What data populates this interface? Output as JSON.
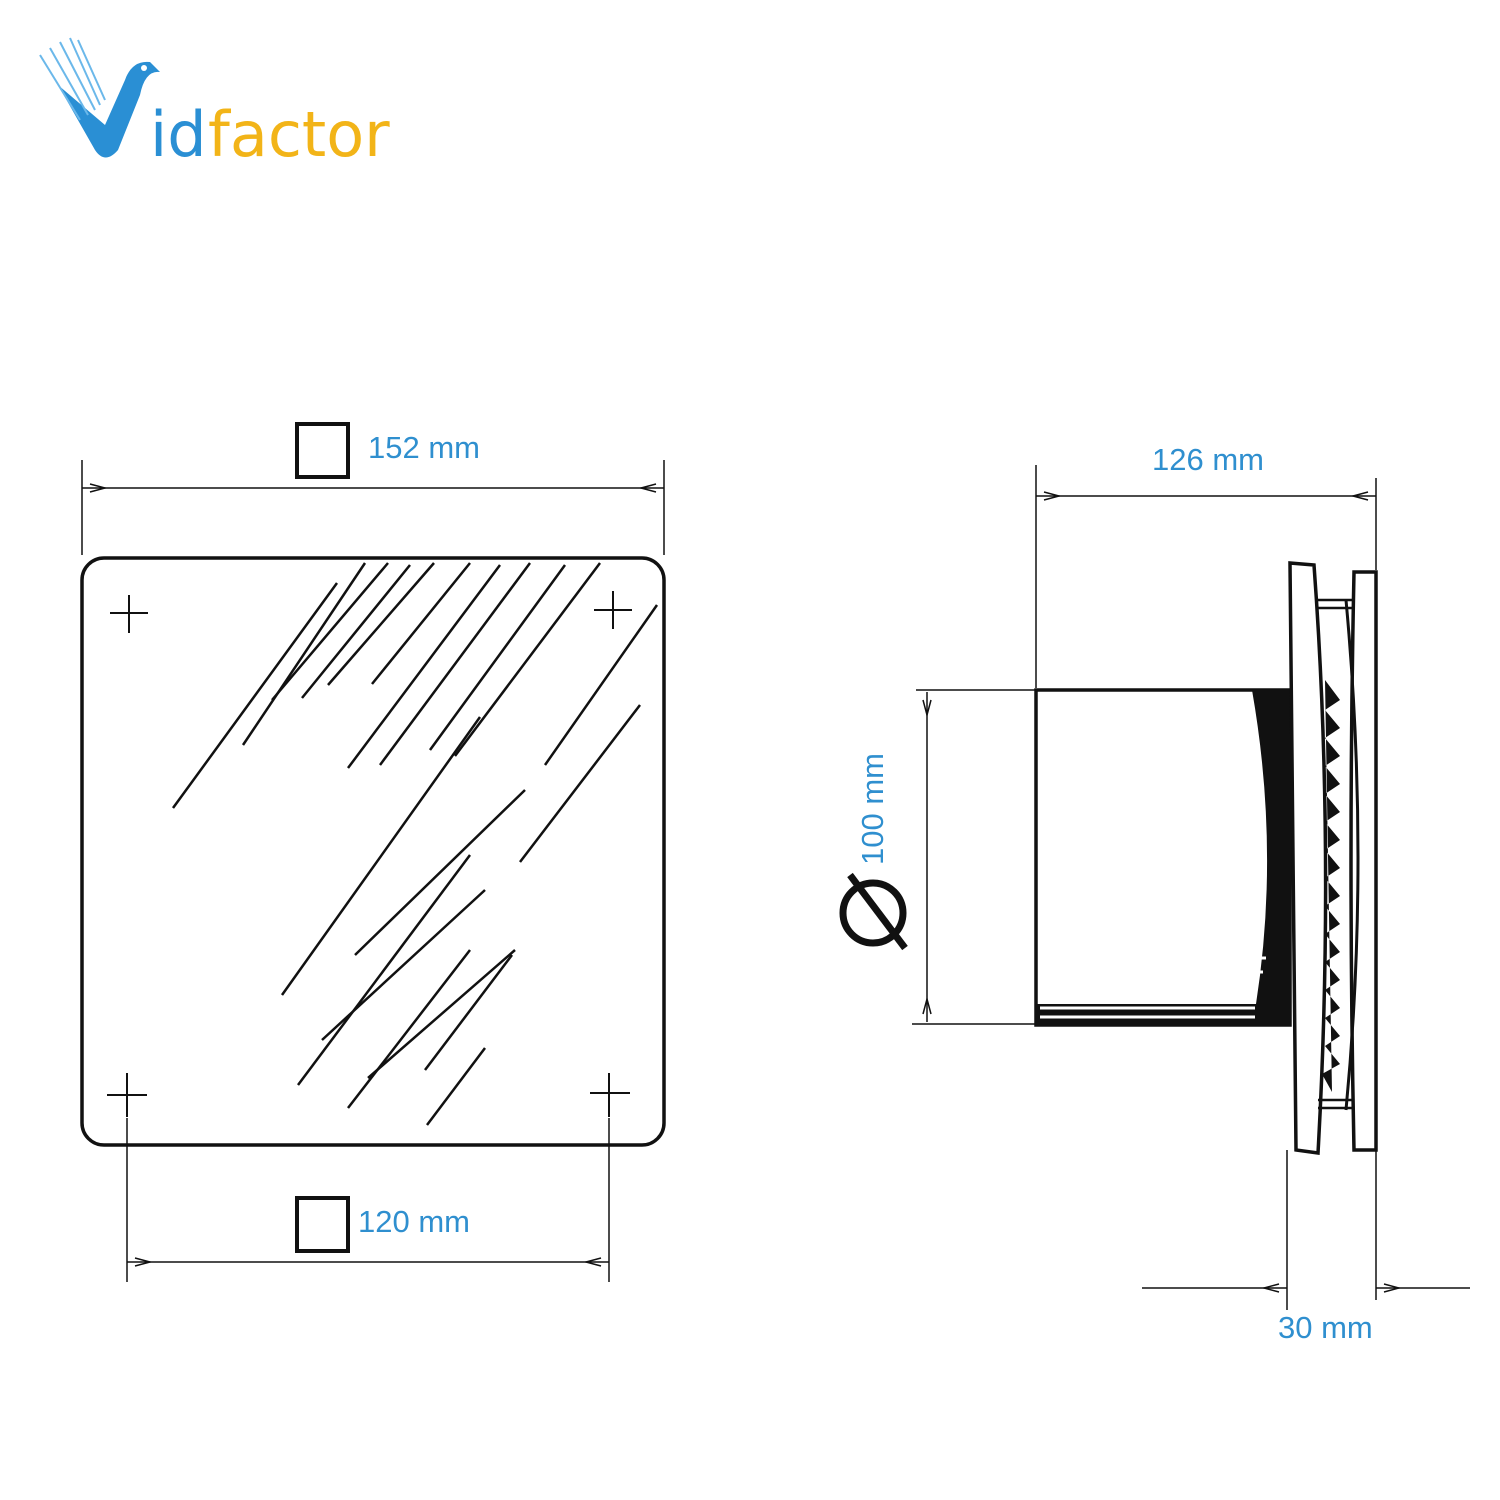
{
  "logo": {
    "text_id": "id",
    "text_factor": "factor",
    "full": "Vidfactor"
  },
  "front_view": {
    "outer_width_label": "152 mm",
    "hole_spacing_label": "120 mm",
    "shape_symbol": "square"
  },
  "side_view": {
    "depth_label": "126 mm",
    "diameter_label": "100 mm",
    "diameter_symbol": "Ø",
    "grille_thickness_label": "30 mm"
  },
  "colors": {
    "dimension_text": "#2f8fcf",
    "logo_blue": "#2a8fd4",
    "logo_yellow": "#f2b418",
    "line": "#111111"
  }
}
